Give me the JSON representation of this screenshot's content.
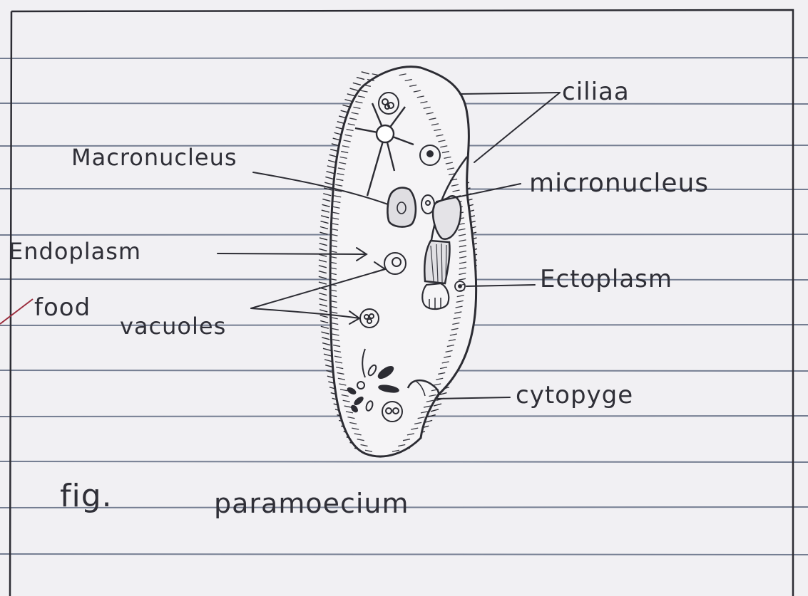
{
  "labels": {
    "cilia": "ciliaa",
    "macronucleus": "Macronucleus",
    "micronucleus": "micronucleus",
    "endoplasm": "Endoplasm",
    "ectoplasm": "Ectoplasm",
    "food": "food",
    "vacuoles": "vacuoles",
    "cytopyge": "cytopyge"
  },
  "caption": {
    "fig": "fig.",
    "title": "paramoecium"
  },
  "colors": {
    "paper": "#f1f0f3",
    "rule": "#5f6a80",
    "ink": "#2f2f37"
  }
}
